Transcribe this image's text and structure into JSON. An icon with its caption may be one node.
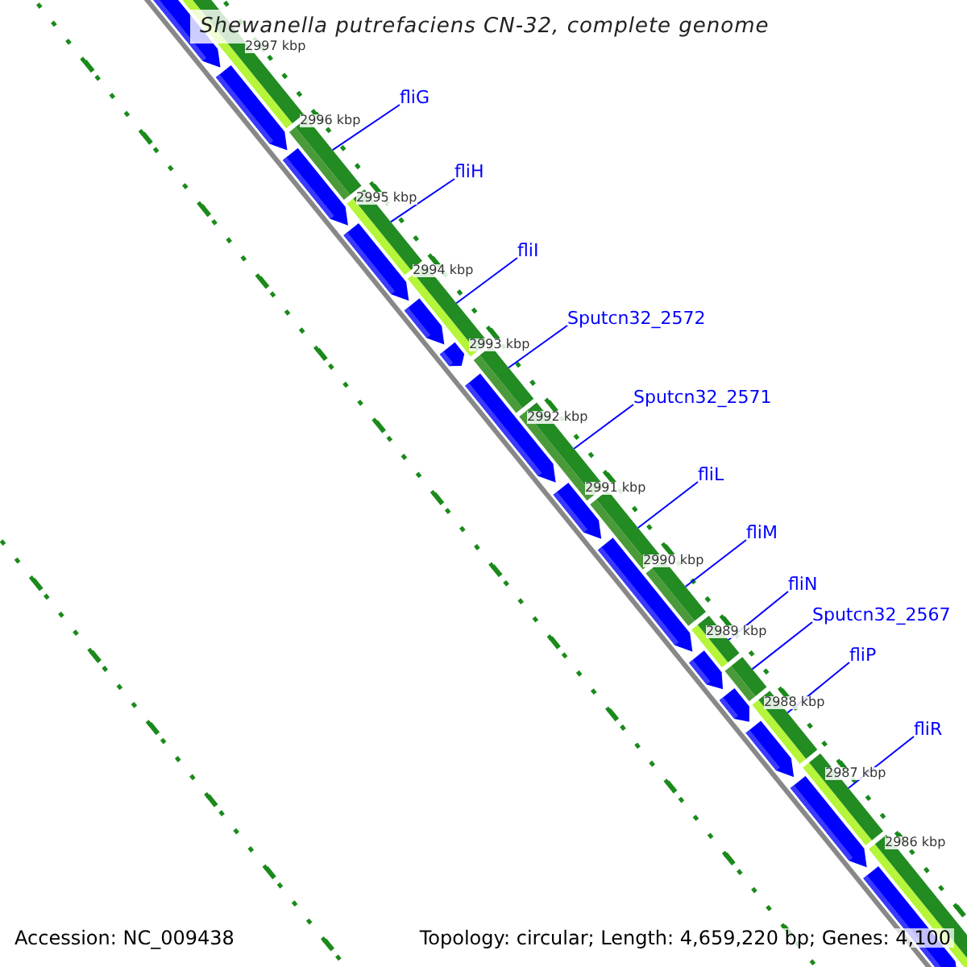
{
  "diagram": {
    "title": "Shewanella putrefaciens CN-32, complete genome",
    "nodes": [
      {
        "text": [
          "fliG"
        ]
      },
      {
        "text": [
          "fliH"
        ]
      },
      {
        "text": [
          "fliI"
        ]
      },
      {
        "text": [
          "Sputcn32_2572"
        ]
      },
      {
        "text": [
          "Sputcn32_2571"
        ]
      },
      {
        "text": [
          "fliL"
        ]
      },
      {
        "text": [
          "fliM"
        ]
      },
      {
        "text": [
          "fliN"
        ]
      },
      {
        "text": [
          "Sputcn32_2567"
        ]
      },
      {
        "text": [
          "fliP"
        ]
      },
      {
        "text": [
          "fliR"
        ]
      },
      {
        "text": [],
        "shape": "bar"
      },
      {
        "text": [],
        "shape": "bar"
      },
      {
        "text": [],
        "shape": "bar"
      },
      {
        "text": [],
        "shape": "bar"
      },
      {
        "text": [],
        "shape": "bar"
      },
      {
        "text": [],
        "shape": "bar"
      },
      {
        "text": [],
        "shape": "bar"
      },
      {
        "text": [],
        "shape": "bar"
      },
      {
        "text": [],
        "shape": "bar"
      },
      {
        "text": [],
        "shape": "bar"
      },
      {
        "text": [],
        "shape": "bar"
      }
    ],
    "edges": [
      {
        "from": 0,
        "to": 11,
        "arrow": "none"
      },
      {
        "from": 1,
        "to": 12,
        "arrow": "none"
      },
      {
        "from": 2,
        "to": 13,
        "arrow": "none"
      },
      {
        "from": 3,
        "to": 14,
        "arrow": "none"
      },
      {
        "from": 4,
        "to": 15,
        "arrow": "none"
      },
      {
        "from": 5,
        "to": 16,
        "arrow": "none"
      },
      {
        "from": 6,
        "to": 17,
        "arrow": "none"
      },
      {
        "from": 7,
        "to": 18,
        "arrow": "none"
      },
      {
        "from": 8,
        "to": 19,
        "arrow": "none"
      },
      {
        "from": 9,
        "to": 20,
        "arrow": "none"
      },
      {
        "from": 10,
        "to": 21,
        "arrow": "none"
      }
    ],
    "labels": [
      "2997 kbp",
      "2996 kbp",
      "2995 kbp",
      "2994 kbp",
      "2993 kbp",
      "2992 kbp",
      "2991 kbp",
      "2990 kbp",
      "2989 kbp",
      "2988 kbp",
      "2987 kbp",
      "2986 kbp",
      "Accession: NC_009438",
      "Topology: circular; Length: 4,659,220 bp; Genes: 4,100"
    ]
  }
}
